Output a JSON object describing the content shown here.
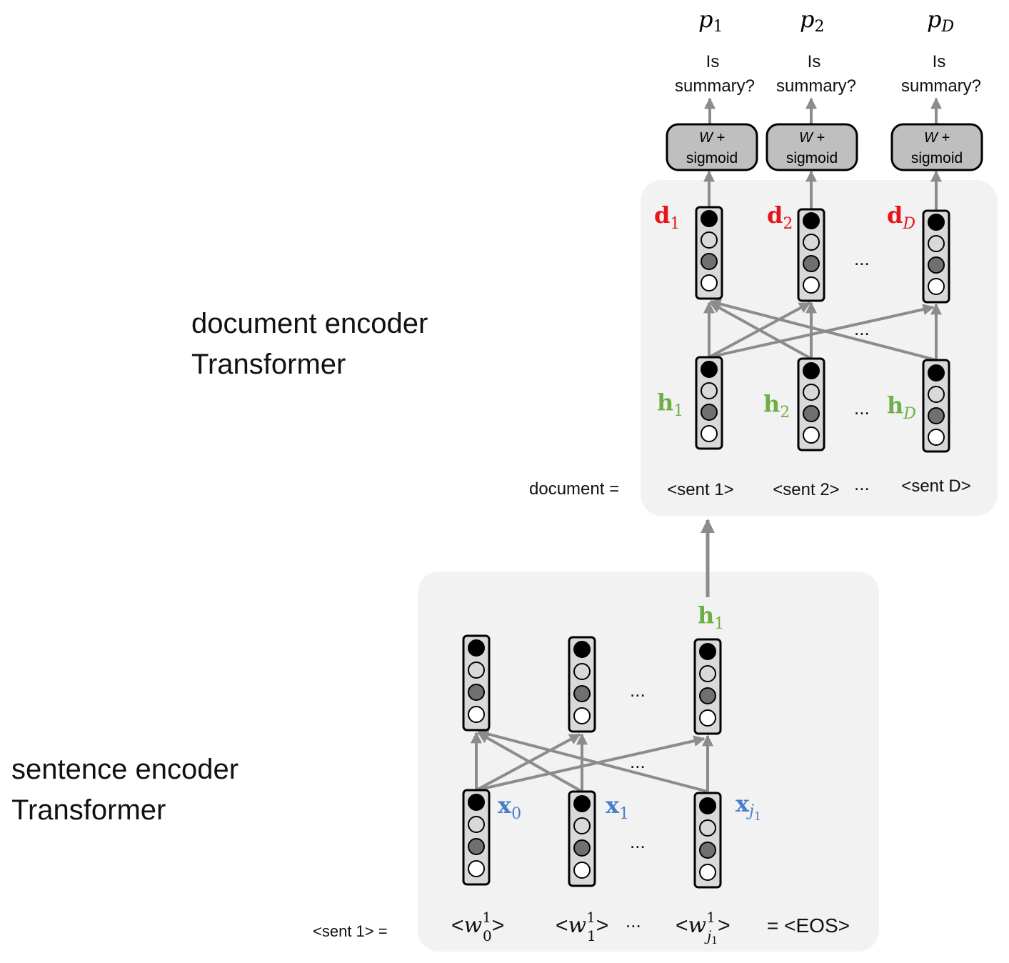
{
  "labels": {
    "doc_encoder_line1": "document encoder",
    "doc_encoder_line2": "Transformer",
    "sent_encoder_line1": "sentence encoder",
    "sent_encoder_line2": "Transformer",
    "document_eq": "document =",
    "sent1_eq": "<sent 1>  =",
    "eos_eq": "= <EOS>",
    "ellipsis": "..."
  },
  "outputs": [
    {
      "p_base": "p",
      "p_sub": "1",
      "question_line1": "Is",
      "question_line2": "summary?",
      "box_line1": "W +",
      "box_line2": "sigmoid",
      "d_base": "d",
      "d_sub": "1",
      "h_base": "h",
      "h_sub": "1",
      "sent_label": "<sent 1>"
    },
    {
      "p_base": "p",
      "p_sub": "2",
      "question_line1": "Is",
      "question_line2": "summary?",
      "box_line1": "W +",
      "box_line2": "sigmoid",
      "d_base": "d",
      "d_sub": "2",
      "h_base": "h",
      "h_sub": "2",
      "sent_label": "<sent 2>"
    },
    {
      "p_base": "p",
      "p_sub": "D",
      "question_line1": "Is",
      "question_line2": "summary?",
      "box_line1": "W +",
      "box_line2": "sigmoid",
      "d_base": "d",
      "d_sub": "D",
      "h_base": "h",
      "h_sub": "D",
      "sent_label": "<sent D>"
    }
  ],
  "sentence_output": {
    "base": "h",
    "sub": "1"
  },
  "words": [
    {
      "x_base": "x",
      "x_sub": "0",
      "tok_open": "<",
      "tok_base": "w",
      "tok_sub": "0",
      "tok_sup": "1",
      "tok_close": ">"
    },
    {
      "x_base": "x",
      "x_sub": "1",
      "tok_open": "<",
      "tok_base": "w",
      "tok_sub": "1",
      "tok_sup": "1",
      "tok_close": ">"
    },
    {
      "x_base": "x",
      "x_sub": "j",
      "x_subsub": "1",
      "tok_open": "<",
      "tok_base": "w",
      "tok_sub": "j",
      "tok_subsub": "1",
      "tok_sup": "1",
      "tok_close": ">"
    }
  ],
  "colors": {
    "d_label": "#e8141b",
    "h_label": "#6eaf45",
    "x_label": "#4a7ec8",
    "panel": "#f2f2f2",
    "arrow": "#8c8c8c",
    "vector_fill": "#d9d9d9",
    "box_fill": "#bfbfbf",
    "node_dark": "#000000",
    "node_light": "#d9d9d9",
    "node_mid": "#707070",
    "node_white": "#ffffff"
  }
}
